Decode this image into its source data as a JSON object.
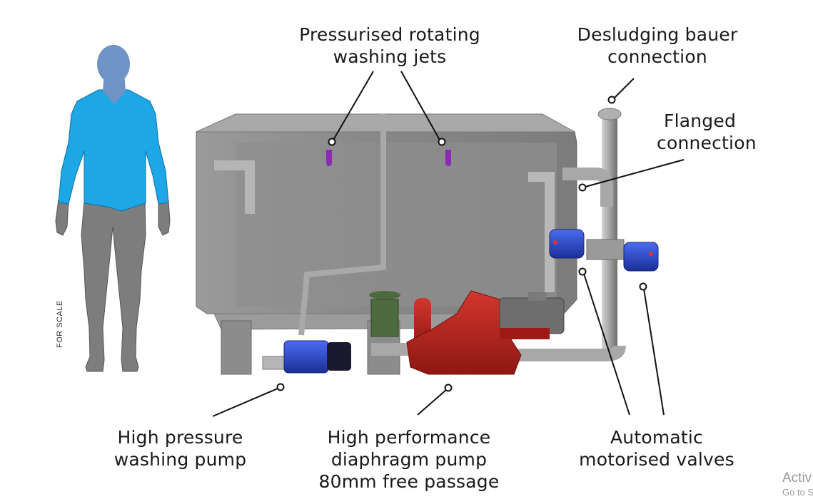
{
  "labels": {
    "jets": [
      "Pressurised rotating",
      "washing jets"
    ],
    "desludging": [
      "Desludging bauer",
      "connection"
    ],
    "flanged": [
      "Flanged",
      "connection"
    ],
    "washing_pump": [
      "High pressure",
      "washing pump"
    ],
    "diaphragm_pump": [
      "High performance",
      "diaphragm pump",
      "80mm free passage"
    ],
    "valves": [
      "Automatic",
      "motorised valves"
    ]
  },
  "scale_label": "FOR SCALE",
  "watermark": {
    "line1": "Activ",
    "line2": "Go to S"
  },
  "colors": {
    "person_head": "#6f93c4",
    "person_shirt": "#1ea7e6",
    "person_legs": "#7d7d7d",
    "tank": "#8a8a8a",
    "pump_red": "#b3221c",
    "pump_blue": "#2f4fd6",
    "nozzle_purple": "#8a2ab5",
    "valve_green": "#4d6b3e"
  }
}
